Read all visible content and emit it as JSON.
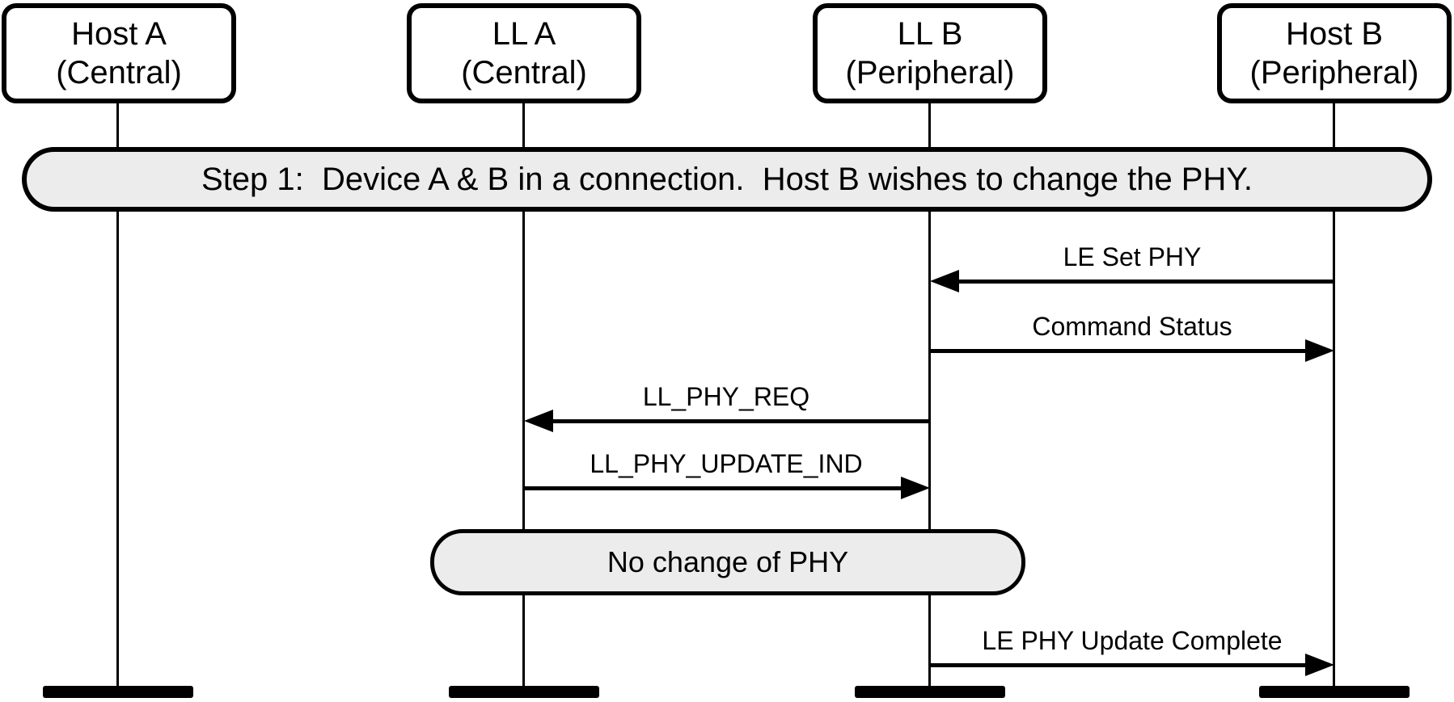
{
  "diagram_type": "sequence",
  "actors": [
    {
      "id": "host-a",
      "name": "Host A",
      "role": "(Central)"
    },
    {
      "id": "ll-a",
      "name": "LL A",
      "role": "(Central)"
    },
    {
      "id": "ll-b",
      "name": "LL B",
      "role": "(Peripheral)"
    },
    {
      "id": "host-b",
      "name": "Host B",
      "role": "(Peripheral)"
    }
  ],
  "banner": {
    "text": "Step 1:  Device A & B in a connection.  Host B wishes to change the PHY."
  },
  "messages": [
    {
      "label": "LE Set PHY",
      "from": "host-b",
      "to": "ll-b",
      "direction": "left"
    },
    {
      "label": "Command Status",
      "from": "ll-b",
      "to": "host-b",
      "direction": "right"
    },
    {
      "label": "LL_PHY_REQ",
      "from": "ll-b",
      "to": "ll-a",
      "direction": "left"
    },
    {
      "label": "LL_PHY_UPDATE_IND",
      "from": "ll-a",
      "to": "ll-b",
      "direction": "right"
    },
    {
      "label": "LE PHY Update Complete",
      "from": "ll-b",
      "to": "host-b",
      "direction": "right"
    }
  ],
  "note": {
    "text": "No change of PHY"
  },
  "colors": {
    "line": "#000000",
    "fill_light": "#ececec",
    "background": "#ffffff"
  }
}
